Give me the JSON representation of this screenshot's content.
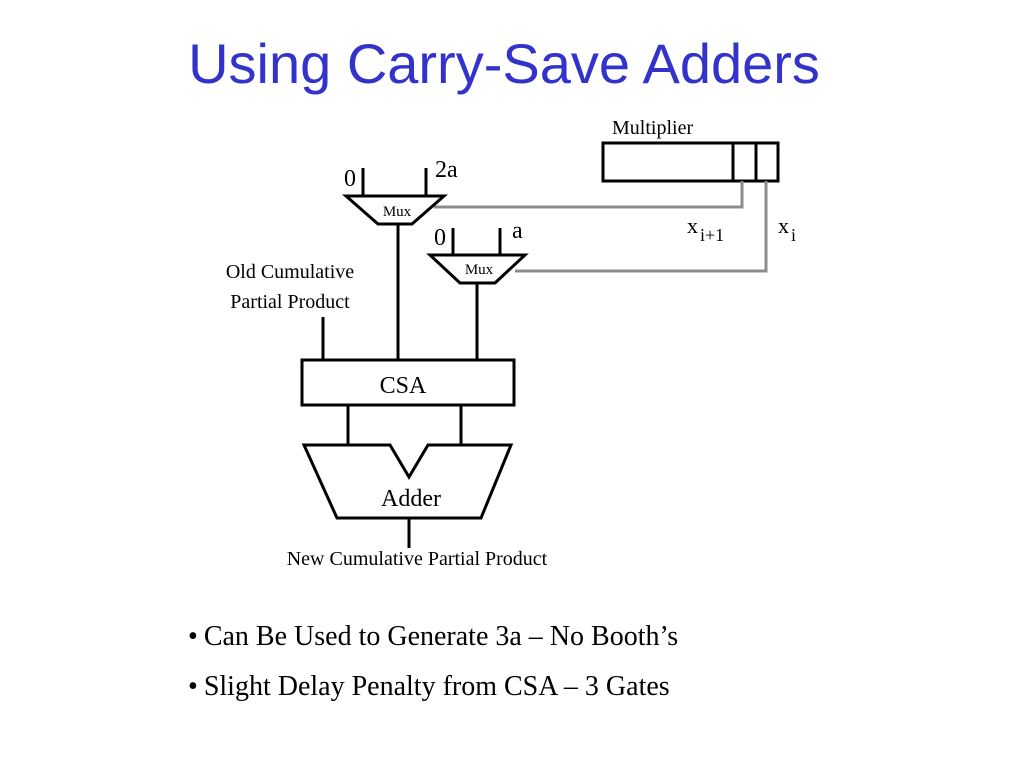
{
  "slide": {
    "title": "Using Carry-Save Adders"
  },
  "diagram": {
    "multiplier_label": "Multiplier",
    "mux_top": {
      "label": "Mux",
      "input_left": "0",
      "input_right": "2a"
    },
    "mux_bottom": {
      "label": "Mux",
      "input_left": "0",
      "input_right": "a"
    },
    "select_bits": [
      {
        "base": "x",
        "subscript": "i+1"
      },
      {
        "base": "x",
        "subscript": "i"
      }
    ],
    "old_partial_product_lines": [
      "Old Cumulative",
      "Partial Product"
    ],
    "csa_label": "CSA",
    "adder_label": "Adder",
    "new_partial_product_label": "New Cumulative Partial Product",
    "colors": {
      "wire_black": "#000000",
      "wire_select": "#8c8c8c"
    }
  },
  "bullets": [
    "Can Be Used to Generate 3a – No Booth’s",
    "Slight Delay Penalty from CSA – 3 Gates"
  ]
}
